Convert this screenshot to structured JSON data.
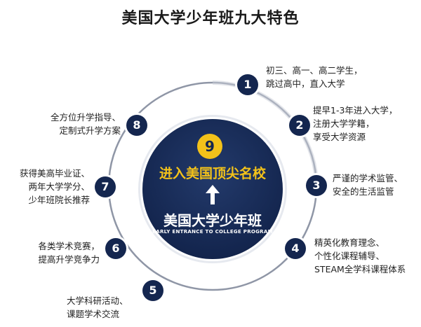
{
  "title": "美国大学少年班九大特色",
  "center": {
    "badge": "9",
    "slogan": "进入美国顶尖名校",
    "brand_cn": "美国大学少年班",
    "brand_en": "EARLY ENTRANCE TO COLLEGE PROGRAM"
  },
  "features": [
    {
      "num": "1",
      "lines": [
        "初三、高一、高二学生，",
        "跳过高中，直入大学"
      ]
    },
    {
      "num": "2",
      "lines": [
        "提早1-3年进入大学，",
        "注册大学学籍，",
        "享受大学资源"
      ]
    },
    {
      "num": "3",
      "lines": [
        "严谨的学术监管、",
        "安全的生活监管"
      ]
    },
    {
      "num": "4",
      "lines": [
        "精英化教育理念、",
        "个性化课程辅导、",
        "STEAM全学科课程体系"
      ]
    },
    {
      "num": "5",
      "lines": [
        "大学科研活动、",
        "课题学术交流"
      ]
    },
    {
      "num": "6",
      "lines": [
        "各类学术竞赛，",
        "提高升学竞争力"
      ]
    },
    {
      "num": "7",
      "lines": [
        "获得美高毕业证、",
        "两年大学学分、",
        "少年班院长推荐"
      ]
    },
    {
      "num": "8",
      "lines": [
        "全方位升学指导、",
        "定制式升学方案"
      ]
    }
  ],
  "colors": {
    "navy": "#14264f",
    "gold": "#f3c21a",
    "ring": "#8f96a6"
  }
}
